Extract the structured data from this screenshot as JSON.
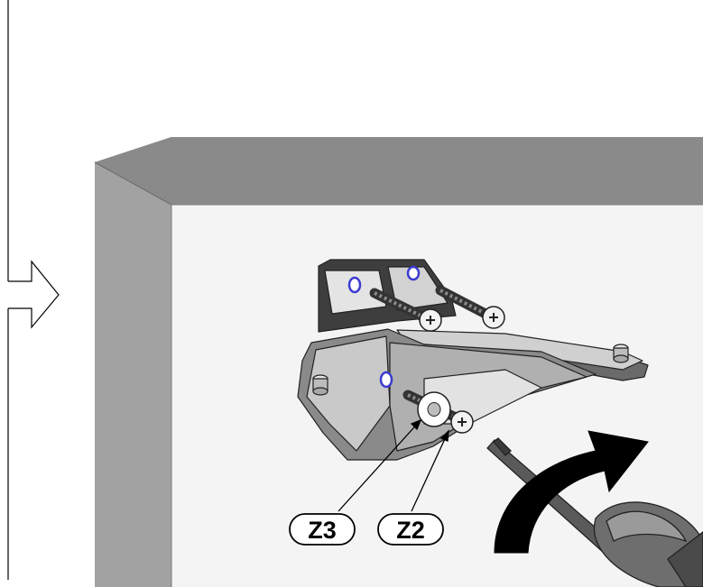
{
  "callouts": [
    {
      "id": "z3",
      "label": "Z3"
    },
    {
      "id": "z2",
      "label": "Z2"
    }
  ],
  "colors": {
    "ink": "#000000",
    "panel_edge": "#9a9a9a",
    "panel_top": "#8a8a8a",
    "panel_face": "#f4f4f4",
    "bracket_light": "#d6d6d6",
    "bracket_dark": "#5a5a5a",
    "screw_thread": "#3a3a3a",
    "arrow_fill": "#000000",
    "screwdriver": "#6e6e6e"
  },
  "icons": {
    "insert_direction": "arrow-right-icon",
    "rotation": "clockwise-arrow-icon",
    "tool": "screwdriver-icon"
  }
}
